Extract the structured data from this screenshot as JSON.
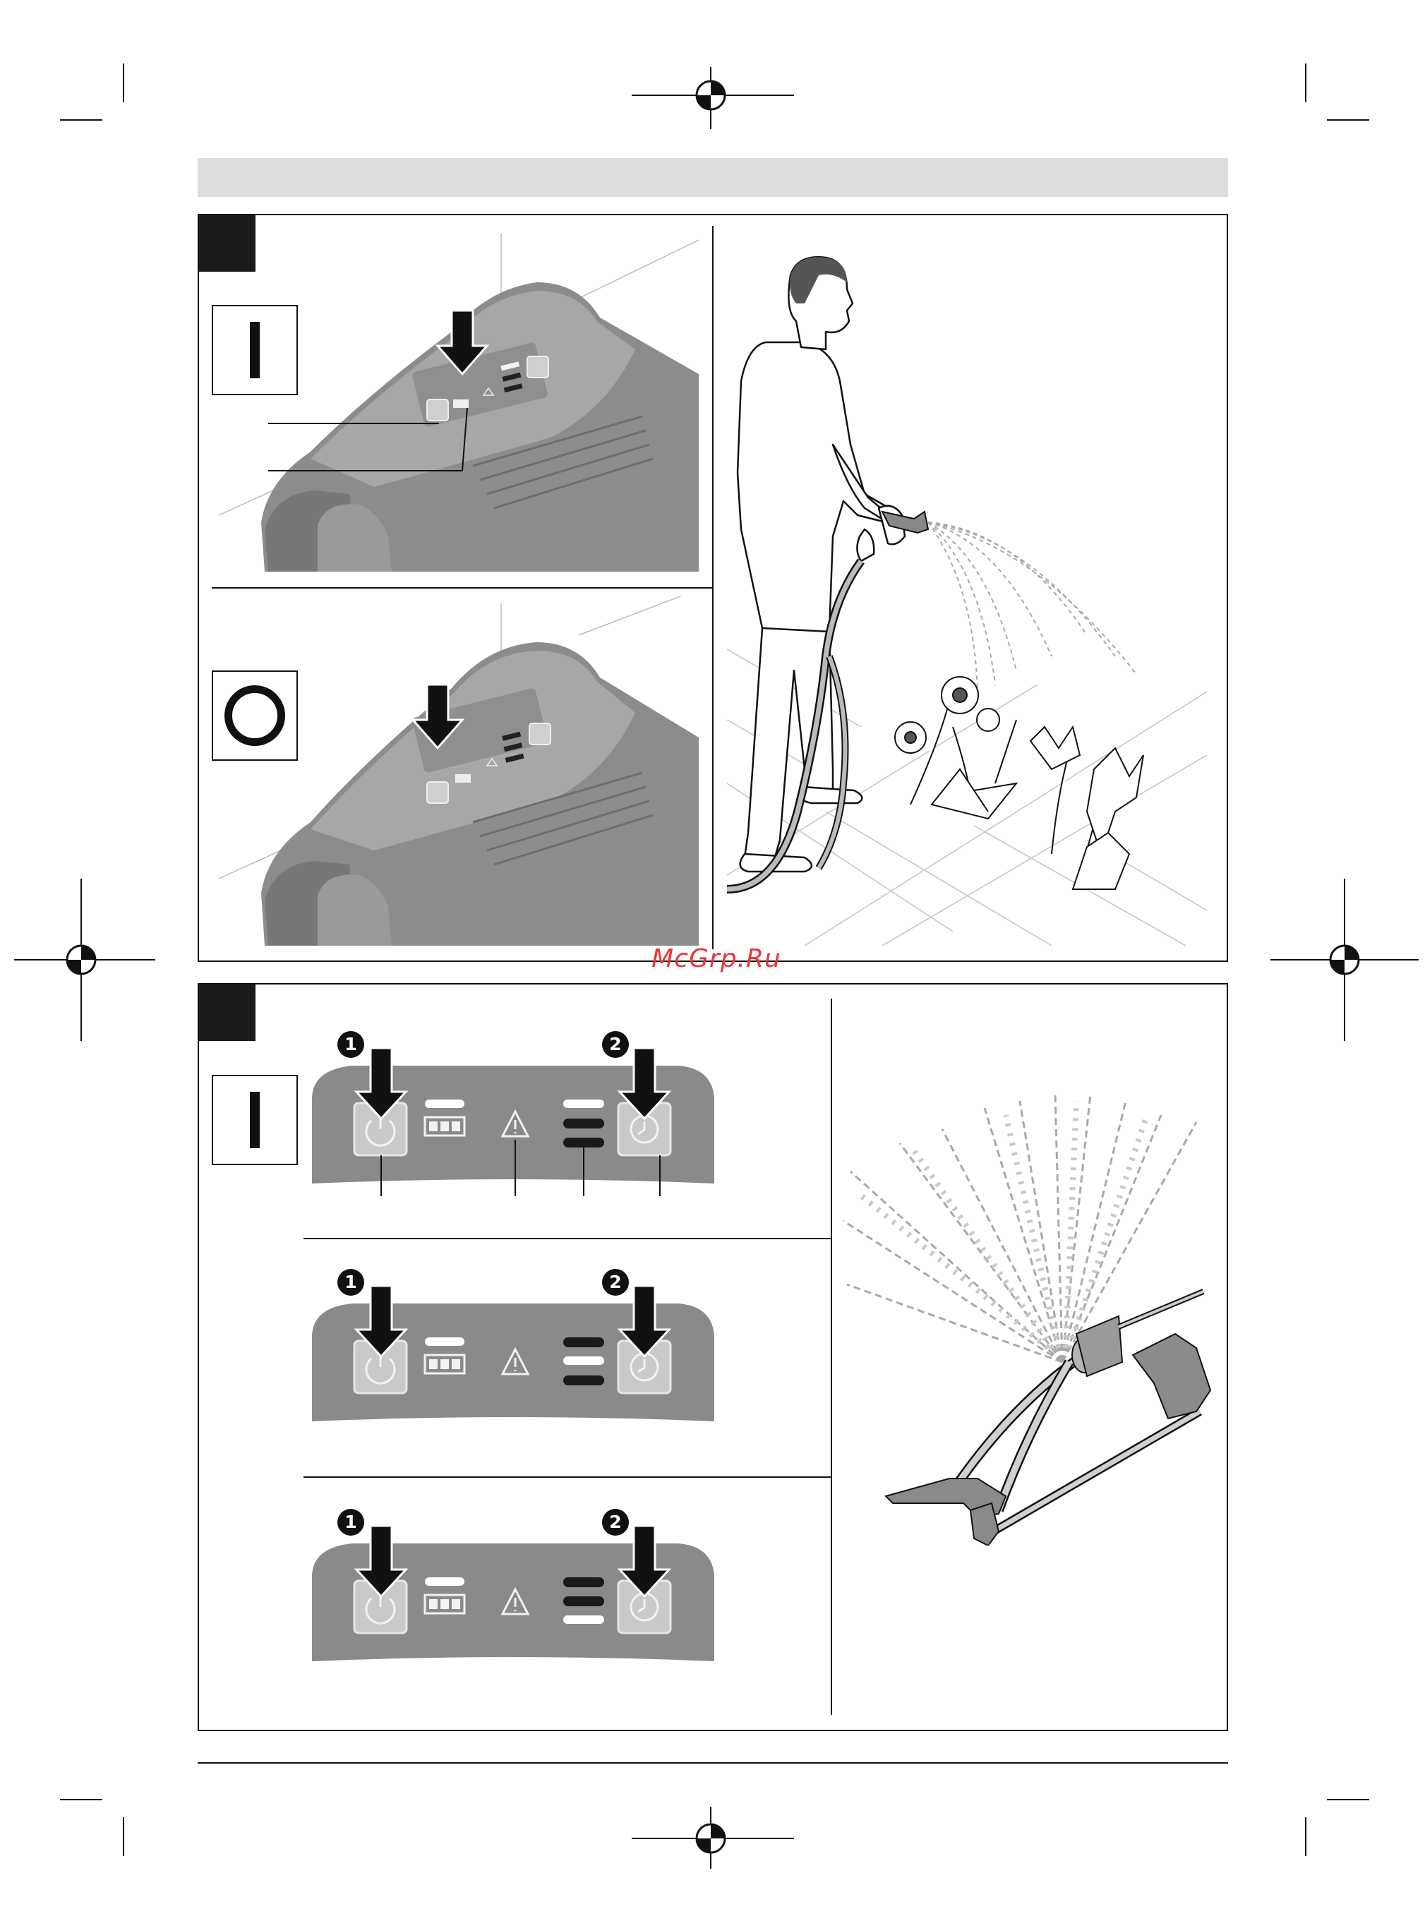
{
  "watermark": "McGrp.Ru",
  "symbols": {
    "on": "I",
    "off": "O"
  },
  "step_numbers": [
    "1",
    "2"
  ],
  "icons": {
    "power": "power-icon",
    "battery": "battery-icon",
    "warning": "warning-triangle-icon",
    "timer": "timer-clock-icon",
    "crop_mark": "registration-crosshair-icon"
  },
  "colors": {
    "device_body": "#8a8a8a",
    "device_top": "#a8a8a8",
    "panel_face": "#898989",
    "button_face": "#c9c9c9",
    "led_lit": "#ffffff",
    "led_dark": "#1a1a1a",
    "header_bar": "#dedede",
    "watermark": "#e8363b"
  },
  "panels": [
    {
      "battery_led": "lit",
      "timer_leds": [
        "lit",
        "dark",
        "dark"
      ]
    },
    {
      "battery_led": "lit",
      "timer_leds": [
        "dark",
        "lit",
        "dark"
      ]
    },
    {
      "battery_led": "lit",
      "timer_leds": [
        "dark",
        "dark",
        "lit"
      ]
    }
  ]
}
